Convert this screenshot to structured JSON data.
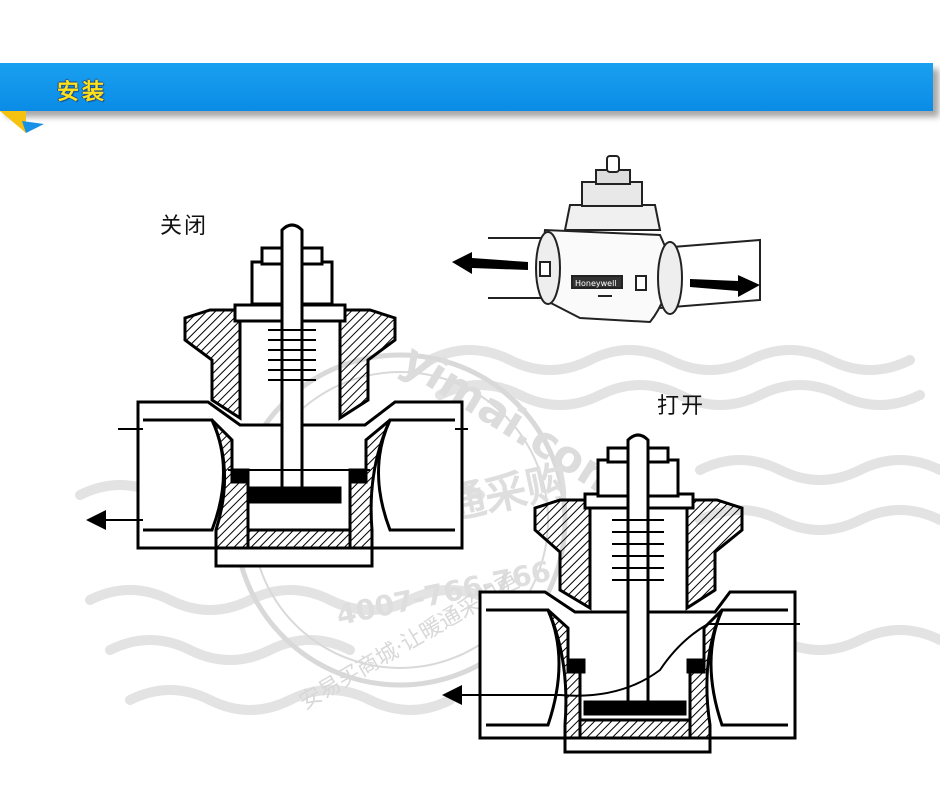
{
  "section": {
    "title": "安装"
  },
  "diagram": {
    "closed_label": "关闭",
    "open_label": "打开",
    "valve_brand": "Honeywell"
  },
  "watermark": {
    "domain": "yimai.com",
    "phone": "4007-766-766",
    "slogan": "安易买商城·让暖通采购更",
    "brand": "易卖暖通采购"
  }
}
